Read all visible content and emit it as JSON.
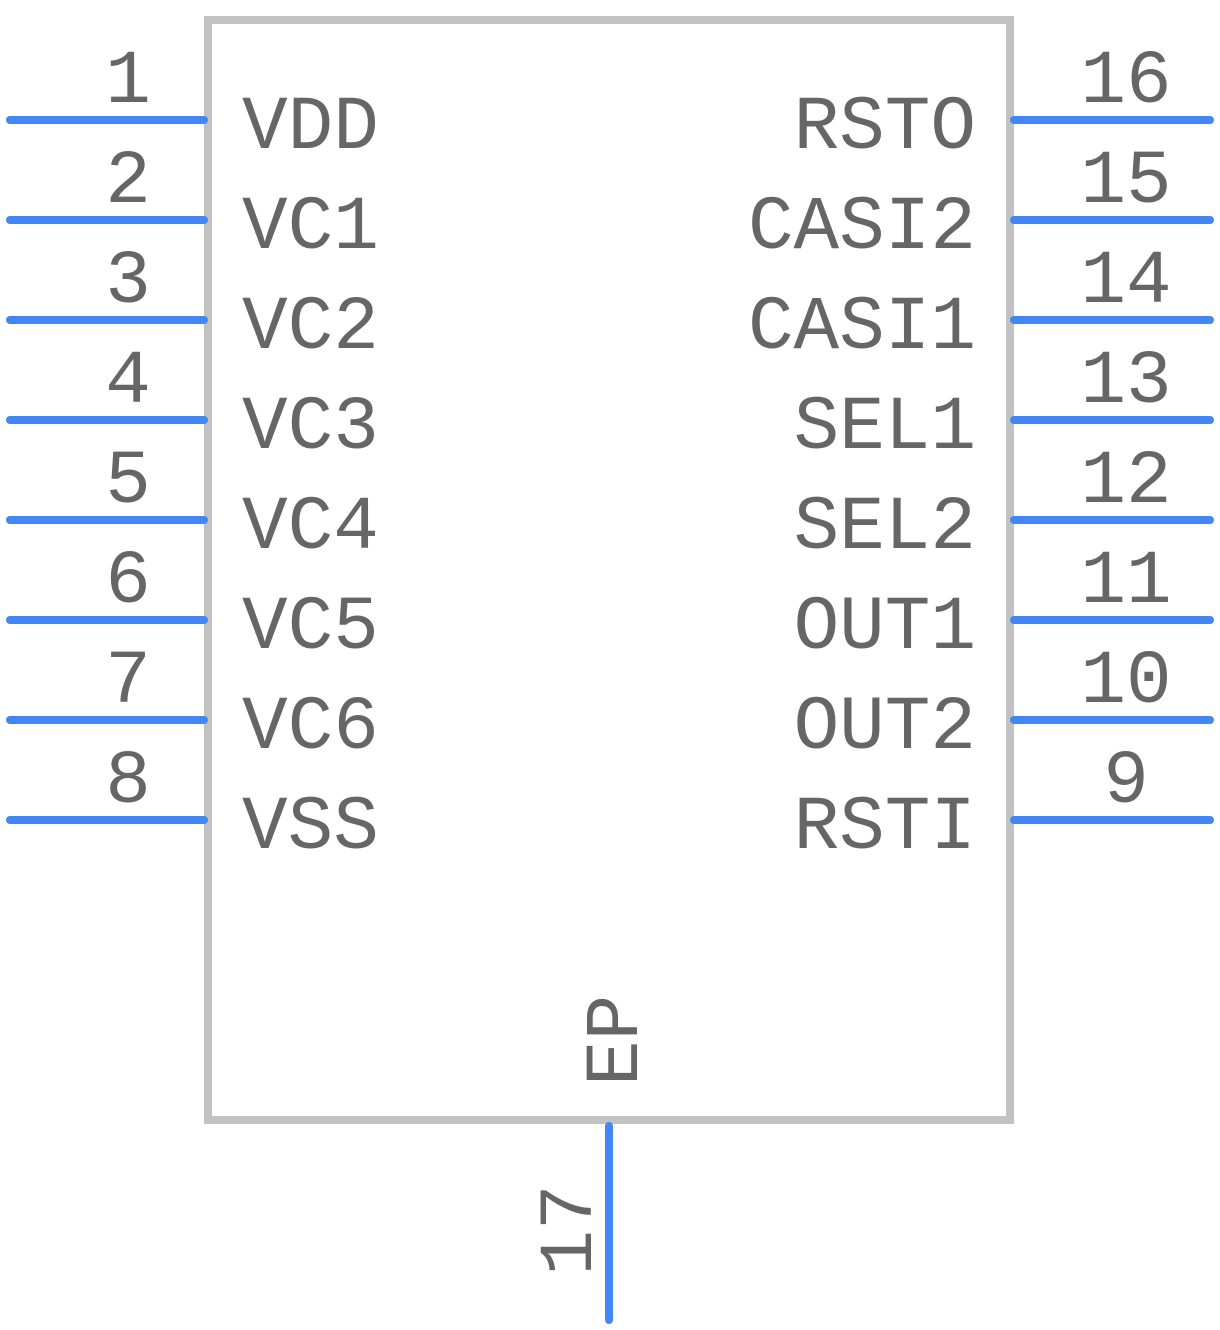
{
  "colors": {
    "pin": "#4287f5",
    "outline": "#c2c2c2",
    "text": "#666666",
    "background": "#ffffff"
  },
  "component": {
    "left_pins": [
      {
        "number": "1",
        "name": "VDD"
      },
      {
        "number": "2",
        "name": "VC1"
      },
      {
        "number": "3",
        "name": "VC2"
      },
      {
        "number": "4",
        "name": "VC3"
      },
      {
        "number": "5",
        "name": "VC4"
      },
      {
        "number": "6",
        "name": "VC5"
      },
      {
        "number": "7",
        "name": "VC6"
      },
      {
        "number": "8",
        "name": "VSS"
      }
    ],
    "right_pins": [
      {
        "number": "16",
        "name": "RSTO"
      },
      {
        "number": "15",
        "name": "CASI2"
      },
      {
        "number": "14",
        "name": "CASI1"
      },
      {
        "number": "13",
        "name": "SEL1"
      },
      {
        "number": "12",
        "name": "SEL2"
      },
      {
        "number": "11",
        "name": "OUT1"
      },
      {
        "number": "10",
        "name": "OUT2"
      },
      {
        "number": "9",
        "name": "RSTI"
      }
    ],
    "bottom_pins": [
      {
        "number": "17",
        "name": "EP"
      }
    ]
  }
}
